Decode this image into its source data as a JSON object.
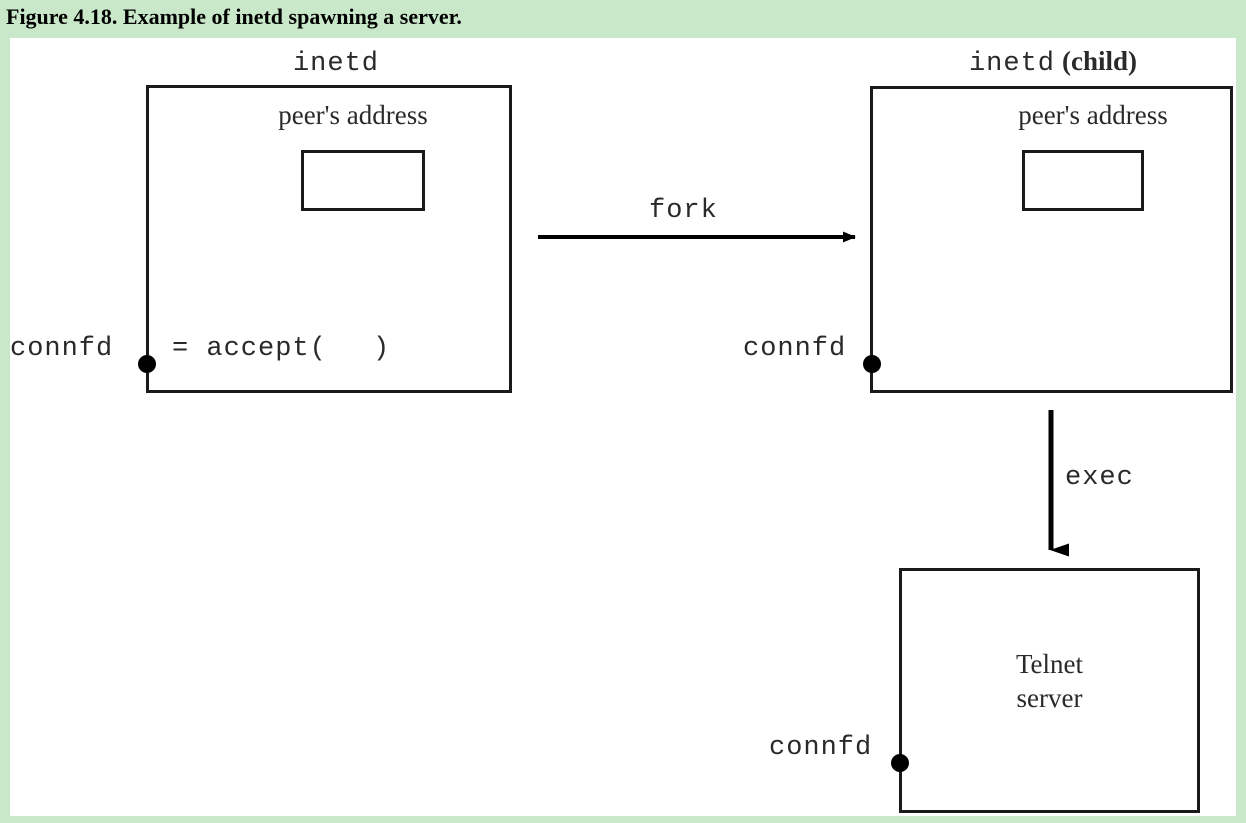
{
  "figure": {
    "caption": "Figure 4.18. Example of inetd spawning a server.",
    "background_color": "#c9e7c9",
    "canvas_color": "#ffffff",
    "line_color": "#1a1a1a"
  },
  "parent_process": {
    "title_mono": "inetd",
    "title_suffix": "",
    "inner_label": "peer's address",
    "socket_label": "connfd",
    "call_text": "= accept(",
    "call_text_close": ")"
  },
  "child_process": {
    "title_mono": "inetd",
    "title_suffix": "(child)",
    "inner_label": "peer's address",
    "socket_label": "connfd"
  },
  "server_process": {
    "line1": "Telnet",
    "line2": "server",
    "socket_label": "connfd"
  },
  "arrows": {
    "fork_label": "fork",
    "exec_label": "exec",
    "accept_label": ""
  }
}
